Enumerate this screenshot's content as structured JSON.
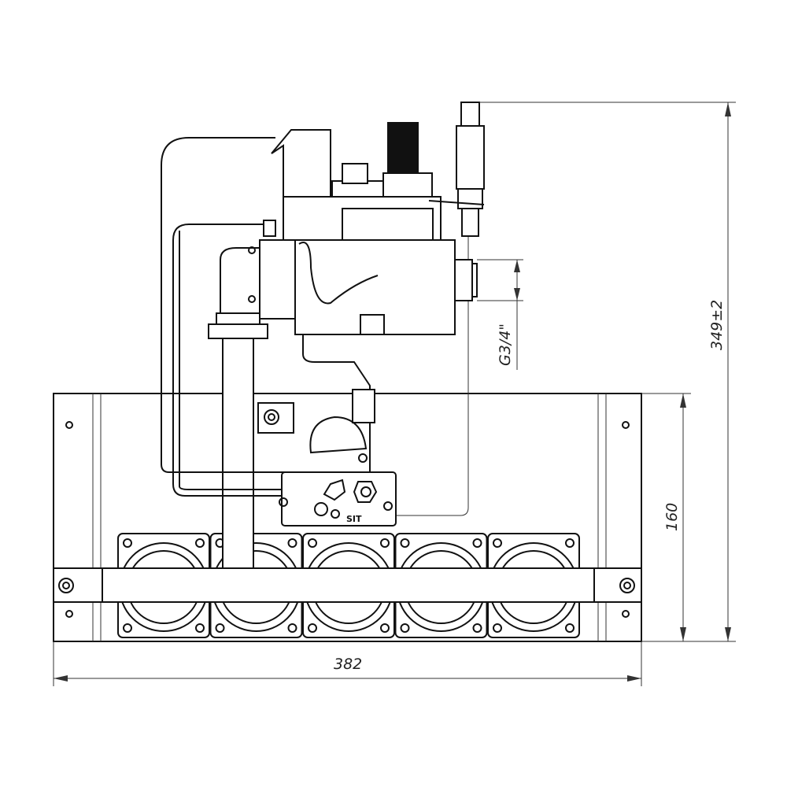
{
  "title": "Gas burner assembly with SIT valve — front view",
  "dimensions": {
    "total_height": "349±2",
    "plate_height": "160",
    "total_width": "382",
    "thread": "G3/4\""
  },
  "labels": {
    "valve_brand": "SIT"
  },
  "burner_module_count": 5,
  "colors": {
    "line": "#111111",
    "background": "#ffffff"
  }
}
